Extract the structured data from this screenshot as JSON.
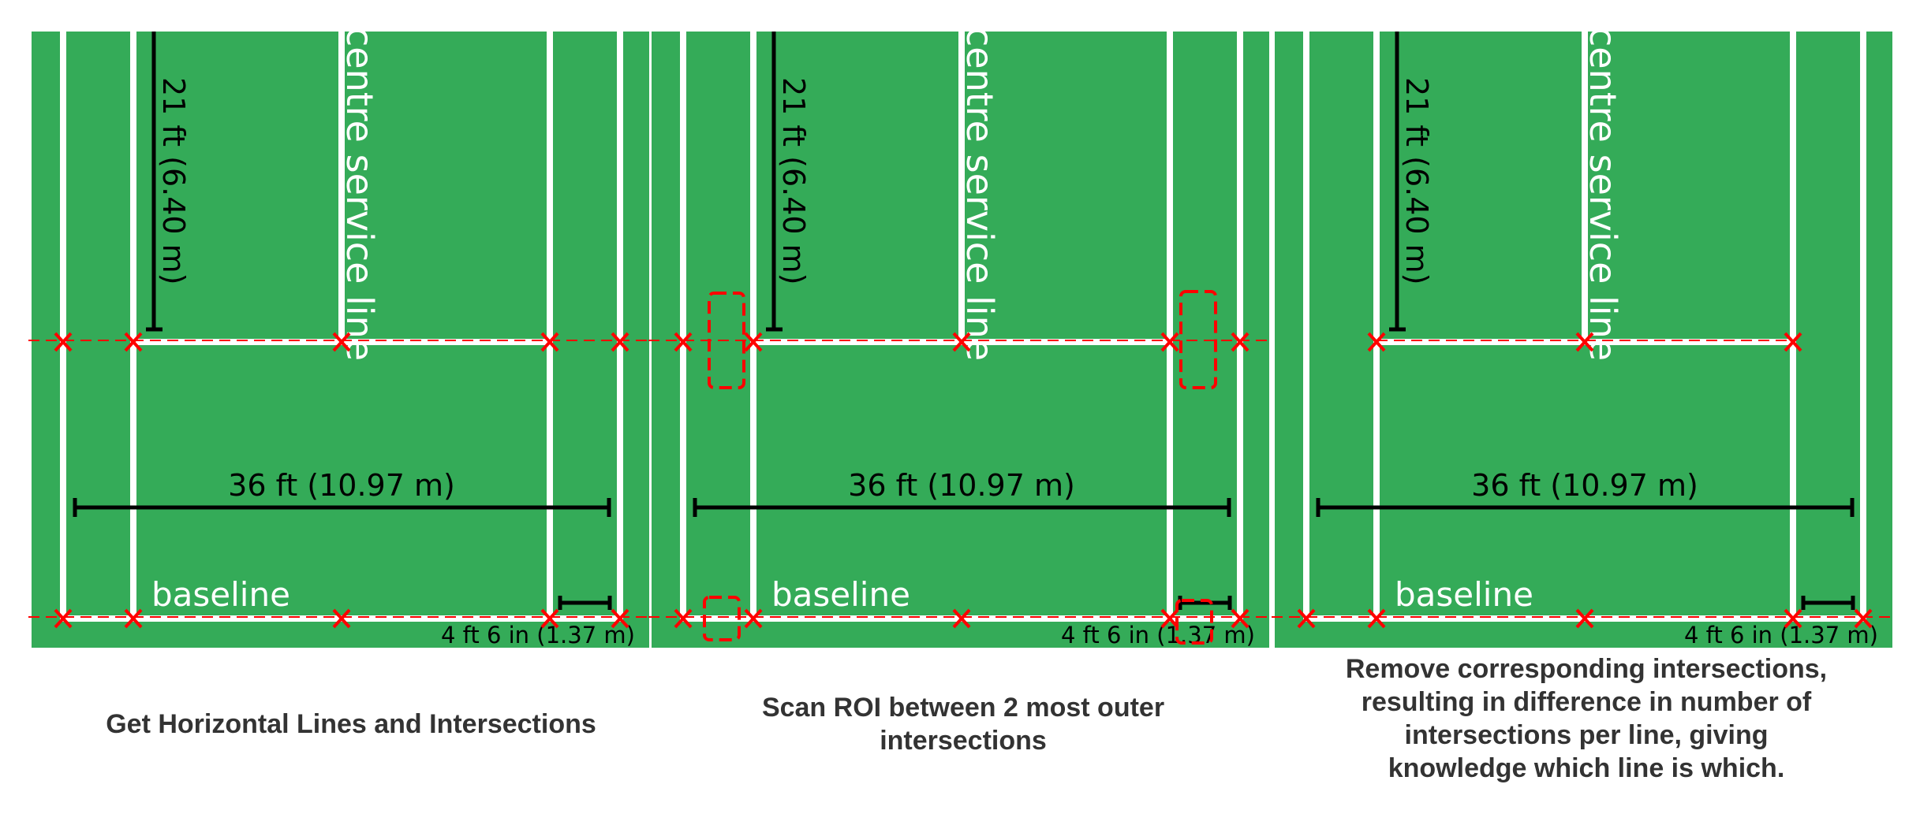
{
  "colors": {
    "court": "#34ab58",
    "line": "#ffffff",
    "dimension": "#000000",
    "marker": "#ff0000",
    "caption": "#333333"
  },
  "labels": {
    "centre_service_line": "centre service line",
    "service_depth": "21 ft (6.40 m)",
    "court_width": "36 ft (10.97 m)",
    "baseline": "baseline",
    "alley_width": "4 ft 6 in (1.37 m)"
  },
  "panels": [
    {
      "caption_lines": [
        "Get Horizontal Lines and Intersections"
      ],
      "service_line_markers": 5,
      "baseline_markers": 5,
      "roi_boxes": false
    },
    {
      "caption_lines": [
        "Scan ROI between 2 most outer",
        "intersections"
      ],
      "service_line_markers": 5,
      "baseline_markers": 5,
      "roi_boxes": true
    },
    {
      "caption_lines": [
        "Remove corresponding intersections,",
        "resulting in difference in number of",
        "intersections per line, giving",
        "knowledge which line is which."
      ],
      "service_line_markers": 3,
      "baseline_markers": 5,
      "roi_boxes": false
    }
  ]
}
